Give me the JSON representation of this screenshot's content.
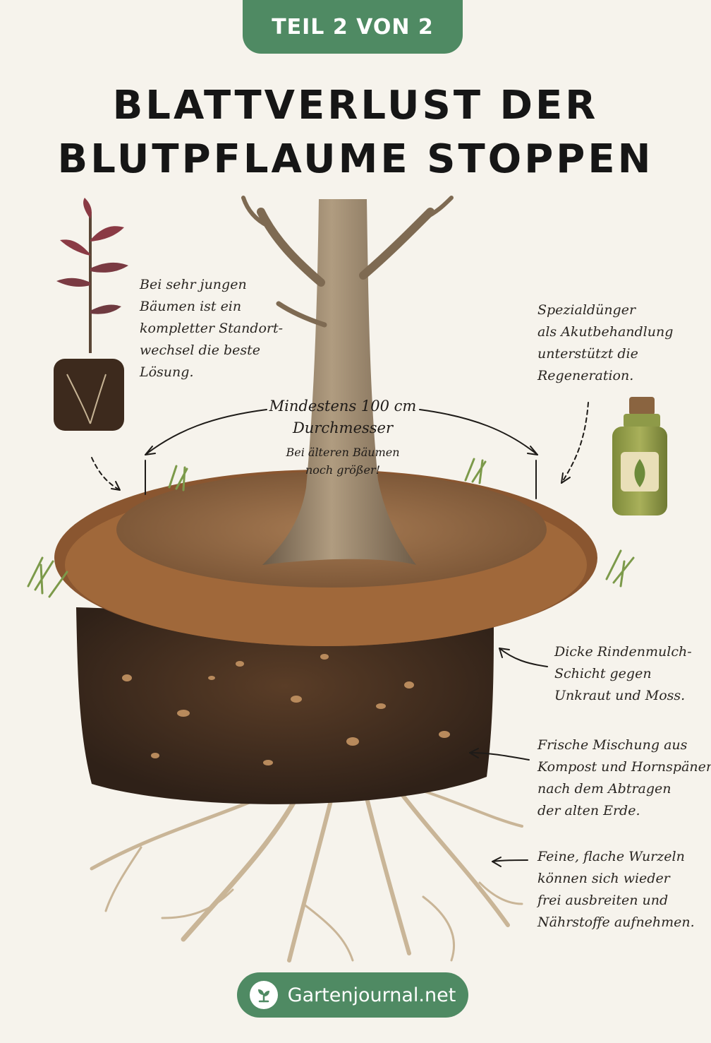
{
  "badge": {
    "label": "TEIL 2 VON 2"
  },
  "title": {
    "line1": "BLATTVERLUST DER",
    "line2": "BLUTPFLAUME STOPPEN"
  },
  "notes": {
    "young_tree": [
      "Bei sehr jungen",
      "Bäumen ist ein",
      "kompletter Standort-",
      "wechsel die beste",
      "Lösung."
    ],
    "fertilizer": [
      "Spezialdünger",
      "als Akutbehandlung",
      "unterstützt die",
      "Regeneration."
    ],
    "diameter": {
      "main": [
        "Mindestens 100 cm",
        "Durchmesser"
      ],
      "sub": [
        "Bei älteren Bäumen",
        "noch größer!"
      ]
    },
    "mulch": [
      "Dicke Rindenmulch-",
      "Schicht gegen",
      "Unkraut und Moss."
    ],
    "mix": [
      "Frische Mischung aus",
      "Kompost und Hornspänen",
      "nach dem Abtragen",
      "der alten Erde."
    ],
    "roots": [
      "Feine, flache Wurzeln",
      "können sich wieder",
      "frei ausbreiten und",
      "Nährstoffe aufnehmen."
    ]
  },
  "footer": {
    "brand": "Gartenjournal.net"
  },
  "colors": {
    "accent_green": "#4f8a63",
    "background": "#f6f3ec",
    "soil_dark": "#3b2a1e",
    "mulch": "#8a5630",
    "bark": "#8c7a63",
    "leaf_red": "#8a3a44"
  },
  "icons": {
    "brand": "sprout-icon"
  }
}
